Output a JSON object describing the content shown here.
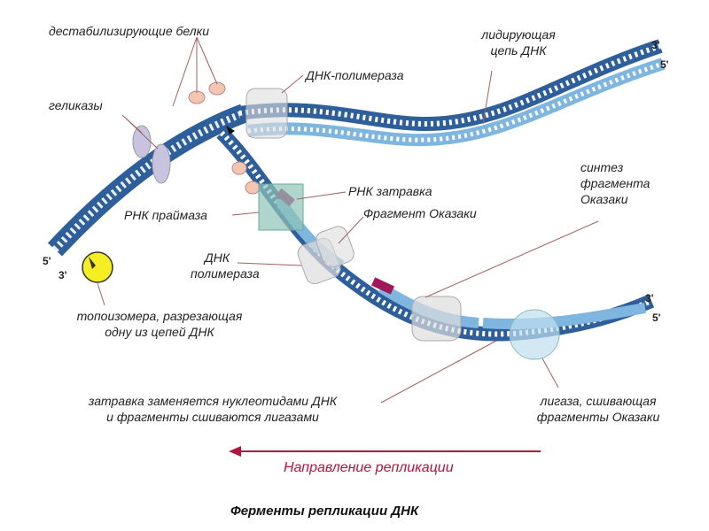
{
  "labels": {
    "destab": "дестабилизирующие белки",
    "leading_1": "лидирующая",
    "leading_2": "цепь ДНК",
    "dna_pol_top": "ДНК-полимераза",
    "helicases": "геликазы",
    "okazaki_synth_1": "синтез",
    "okazaki_synth_2": "фрагмента",
    "okazaki_synth_3": "Оказаки",
    "rna_primer": "РНК затравка",
    "okazaki_frag": "Фрагмент Оказаки",
    "primase": "РНК праймаза",
    "dna_pol_1": "ДНК",
    "dna_pol_2": "полимераза",
    "topo_1": "топоизомера, разрезающая",
    "topo_2": "одну из цепей ДНК",
    "replace_1": "затравка заменяется нуклеотидами ДНК",
    "replace_2": "и фрагменты сшиваются лигазами",
    "ligase_1": "лигаза, сшивающая",
    "ligase_2": "фрагменты Оказаки"
  },
  "ends": {
    "top_3": "3'",
    "top_5": "5'",
    "left_5": "5'",
    "left_3": "3'",
    "bot_3": "3'",
    "bot_5": "5'"
  },
  "direction": "Направление репликации",
  "title": "Ферменты репликации ДНК",
  "colors": {
    "strand": "#2e5f9a",
    "new_strand": "#7fb6e0",
    "primer": "#a0185a",
    "arrow": "#b0153c"
  }
}
